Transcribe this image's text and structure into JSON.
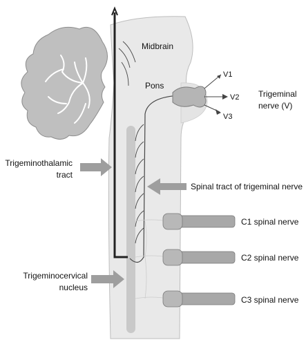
{
  "labels": {
    "midbrain": "Midbrain",
    "pons": "Pons",
    "v1": "V1",
    "v2": "V2",
    "v3": "V3",
    "trigeminal_nerve_line1": "Trigeminal",
    "trigeminal_nerve_line2": "nerve (V)",
    "trigeminothalamic_line1": "Trigeminothalamic",
    "trigeminothalamic_line2": "tract",
    "spinal_tract": "Spinal tract of trigeminal nerve",
    "c1": "C1 spinal nerve",
    "c2": "C2 spinal nerve",
    "c3": "C3 spinal nerve",
    "trigeminocervical_line1": "Trigeminocervical",
    "trigeminocervical_line2": "nucleus"
  },
  "colors": {
    "tissue": "#e9e9e9",
    "tissue_stroke": "#bdbdbd",
    "cerebellum": "#bfbfbf",
    "nucleus": "#c9c9c9",
    "arrow": "#9e9e9e",
    "tract": "#222222",
    "nerve": "#a8a8a8"
  }
}
